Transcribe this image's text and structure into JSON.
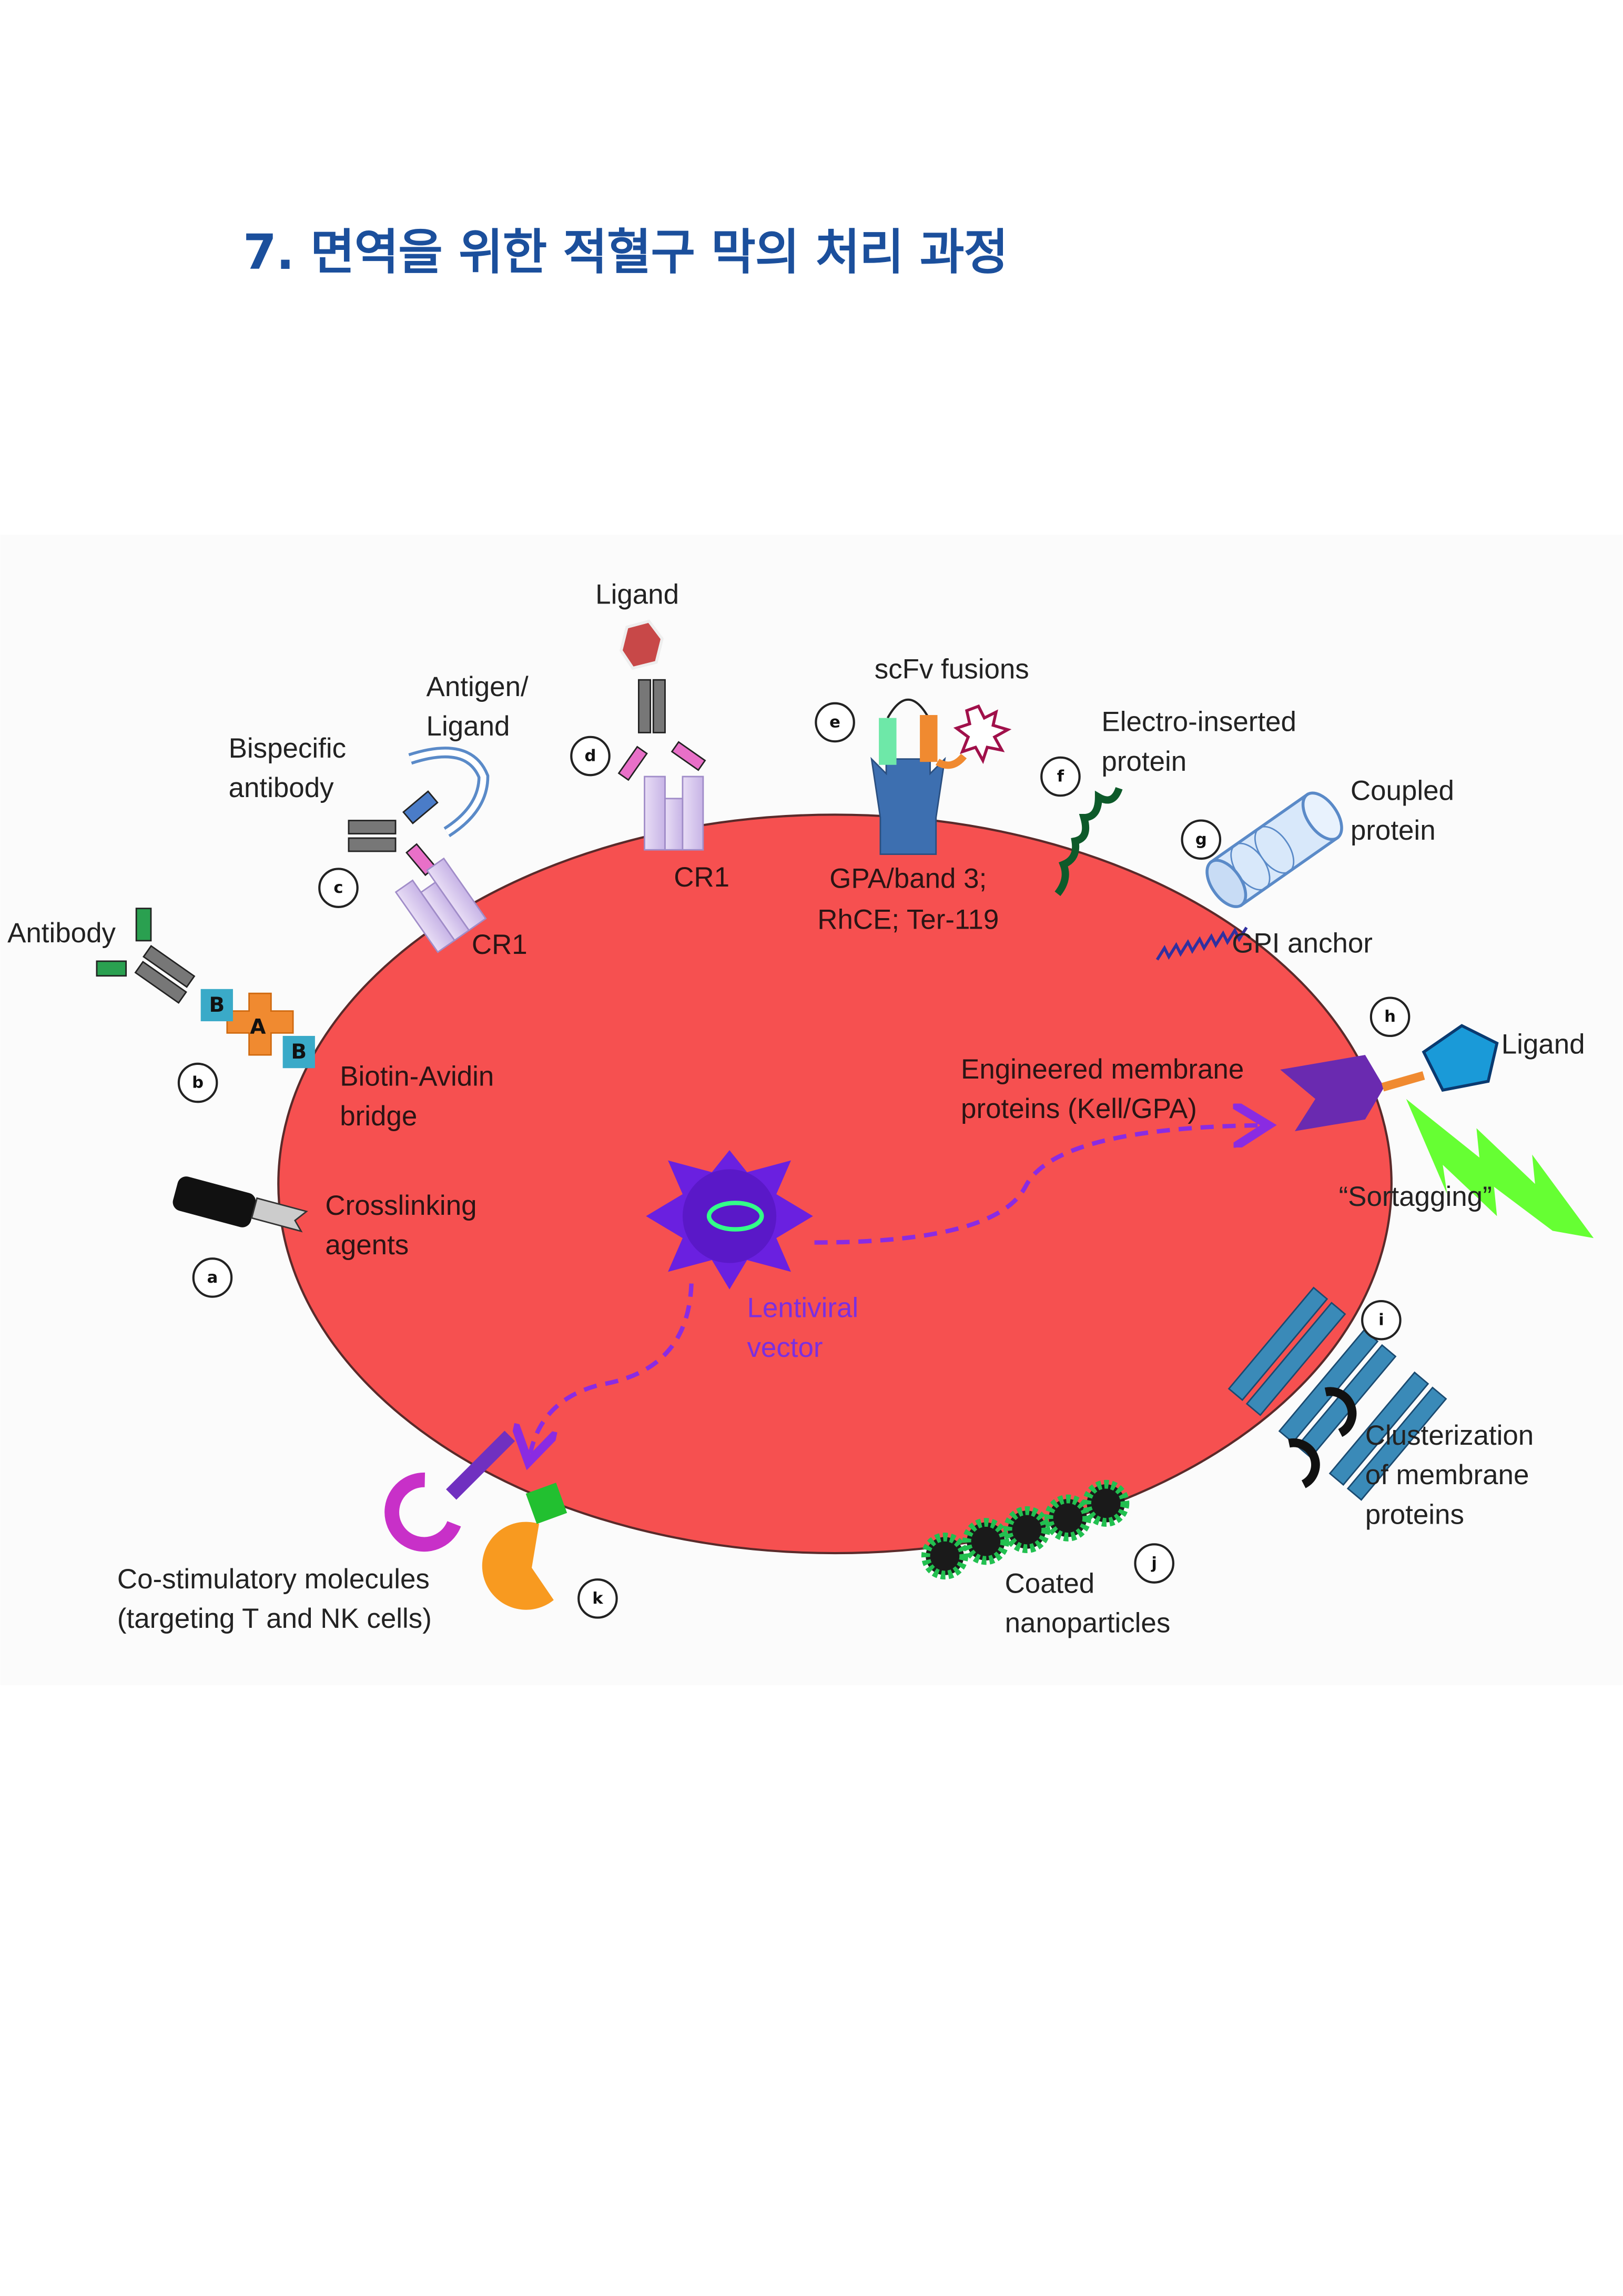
{
  "title": "7. 면역을 위한 적혈구 막의 처리 과정",
  "colors": {
    "title": "#1b4f9c",
    "cell": "#f65050",
    "vector": "#7b2fe0",
    "arrow": "#8a2be2"
  },
  "diagram": {
    "labels": {
      "ligand_top": "Ligand",
      "antigen_ligand": [
        "Antigen/",
        "Ligand"
      ],
      "bispecific_antibody": [
        "Bispecific",
        "antibody"
      ],
      "antibody": "Antibody",
      "cr1_c": "CR1",
      "cr1_d": "CR1",
      "scfv_fusions": "scFv fusions",
      "gpa_band3": [
        "GPA/band 3;",
        "RhCE; Ter-119"
      ],
      "electro_inserted": [
        "Electro-inserted",
        "protein"
      ],
      "coupled_protein": [
        "Coupled",
        "protein"
      ],
      "gpi_anchor": "GPI anchor",
      "ligand_right": "Ligand",
      "engineered": [
        "Engineered membrane",
        "proteins (Kell/GPA)"
      ],
      "sortagging": "“Sortagging”",
      "biotin_avidin": [
        "Biotin-Avidin",
        "bridge"
      ],
      "biotin_letter": "B",
      "avidin_letter": "A",
      "crosslinking": [
        "Crosslinking",
        "agents"
      ],
      "lentiviral": [
        "Lentiviral",
        "vector"
      ],
      "clusterization": [
        "Clusterization",
        "of membrane",
        "proteins"
      ],
      "coated": [
        "Coated",
        "nanoparticles"
      ],
      "costimulatory": [
        "Co-stimulatory molecules",
        "(targeting T and NK cells)"
      ]
    },
    "markers": [
      "a",
      "b",
      "c",
      "d",
      "e",
      "f",
      "g",
      "h",
      "i",
      "j",
      "k"
    ]
  }
}
